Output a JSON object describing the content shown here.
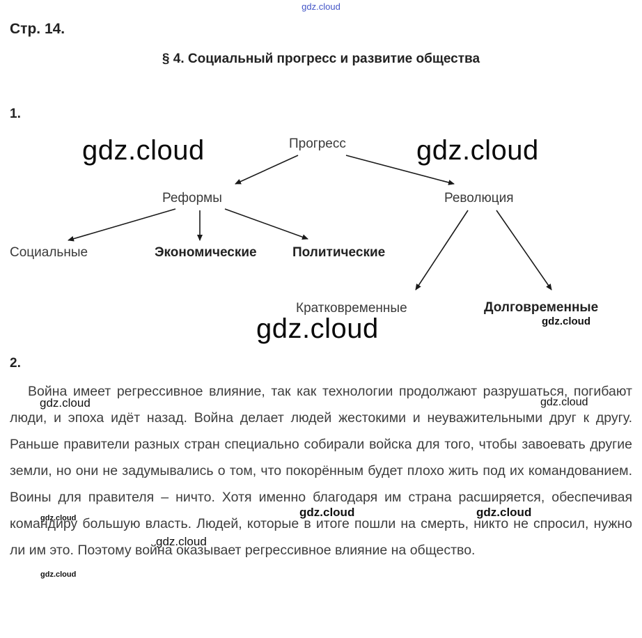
{
  "watermark": {
    "text": "gdz.cloud"
  },
  "page": {
    "page_label": "Стр. 14.",
    "title": "§ 4. Социальный прогресс и развитие общества",
    "section1_label": "1.",
    "section2_label": "2."
  },
  "diagram": {
    "root": "Прогресс",
    "branch_left": "Реформы",
    "branch_right": "Революция",
    "reforms_children": [
      "Социальные",
      "Экономические",
      "Политические"
    ],
    "revolution_children": [
      "Кратковременные",
      "Долговременные"
    ]
  },
  "answer": {
    "text": "Война имеет регрессивное влияние, так как технологии продолжают разрушаться, погибают люди, и эпоха идёт назад. Война делает людей жестокими и неуважительными друг к другу. Раньше правители разных стран специально собирали войска для того, чтобы завоевать другие земли, но они не задумывались о том, что покорённым будет плохо жить под их командованием. Воины для правителя – ничто. Хотя именно благодаря им страна расширяется, обеспечивая командиру большую власть. Людей, которые в итоге пошли на смерть, никто не спросил, нужно ли им это. Поэтому война оказывает регрессивное влияние на общество."
  }
}
